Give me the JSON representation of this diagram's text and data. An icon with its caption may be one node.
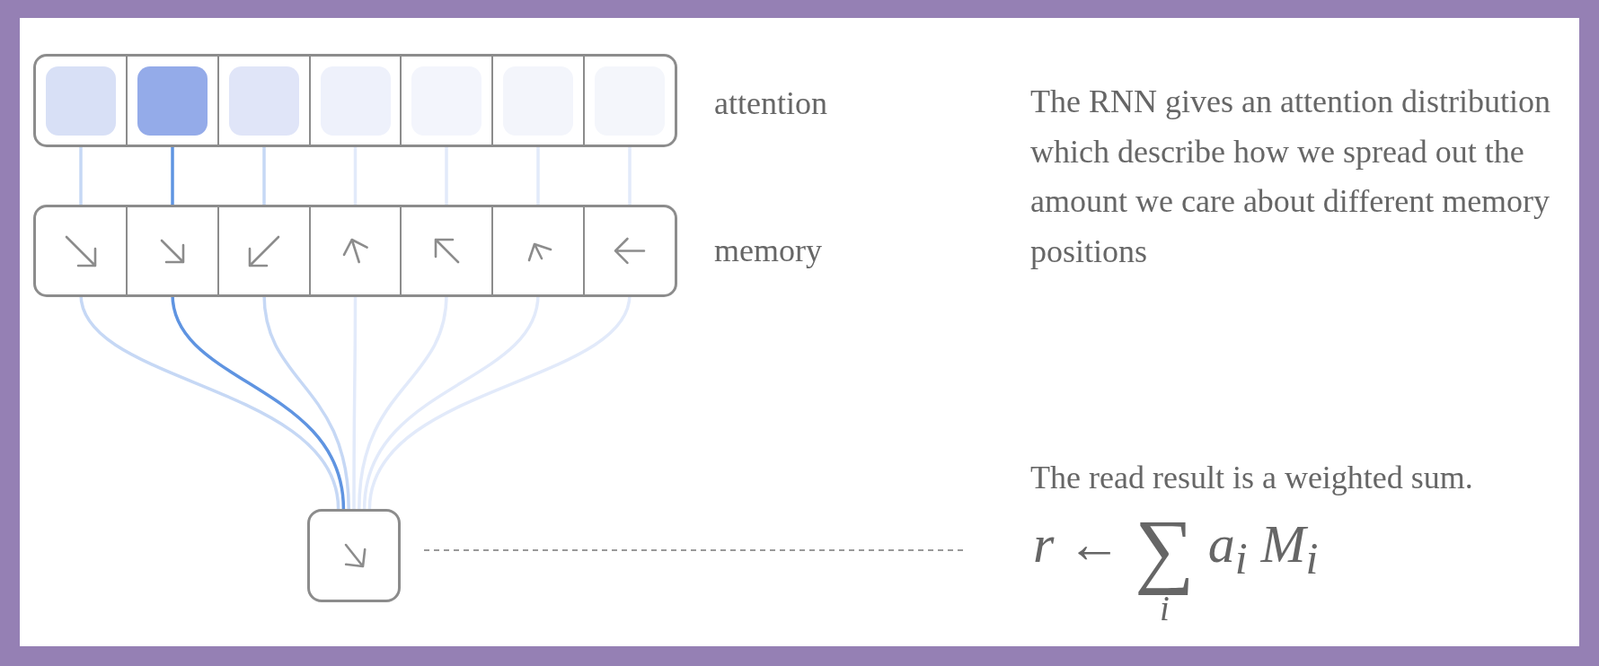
{
  "diagram": {
    "nodes": [
      {
        "text": [],
        "shape": "bar",
        "beside": [
          "attention"
        ]
      },
      {
        "text": [],
        "shape": "box",
        "in": 0
      },
      {
        "text": [],
        "shape": "box",
        "in": 0
      },
      {
        "text": [],
        "shape": "box",
        "in": 0
      },
      {
        "text": [],
        "shape": "box",
        "in": 0
      },
      {
        "text": [],
        "shape": "box",
        "in": 0
      },
      {
        "text": [],
        "shape": "box",
        "in": 0
      },
      {
        "text": [],
        "shape": "box",
        "in": 0
      },
      {
        "text": [],
        "shape": "bar",
        "beside": [
          "memory"
        ]
      },
      {
        "text": [],
        "shape": "box",
        "in": 8
      },
      {
        "text": [],
        "shape": "box",
        "in": 8
      },
      {
        "text": [],
        "shape": "box",
        "in": 8
      },
      {
        "text": [],
        "shape": "box",
        "in": 8
      },
      {
        "text": [],
        "shape": "box",
        "in": 8
      },
      {
        "text": [],
        "shape": "box",
        "in": 8
      },
      {
        "text": [],
        "shape": "box",
        "in": 8
      },
      {
        "text": [],
        "shape": "box"
      },
      {
        "text": [
          "r ← ∑$_{i}$ a$_{i}$ M$_{i}$"
        ]
      }
    ],
    "edges": [
      {
        "from": 1,
        "to": 9,
        "arrow": "none",
        "color": "#c6d8f5"
      },
      {
        "from": 2,
        "to": 10,
        "arrow": "none",
        "color": "#5f94e1"
      },
      {
        "from": 3,
        "to": 11,
        "arrow": "none",
        "color": "#c6d8f5"
      },
      {
        "from": 4,
        "to": 12,
        "arrow": "none"
      },
      {
        "from": 5,
        "to": 13,
        "arrow": "none"
      },
      {
        "from": 6,
        "to": 14,
        "arrow": "none"
      },
      {
        "from": 7,
        "to": 15,
        "arrow": "none"
      },
      {
        "from": 9,
        "to": 16,
        "arrow": "none",
        "color": "#c6d8f5"
      },
      {
        "from": 10,
        "to": 16,
        "arrow": "none",
        "color": "#5f94e1"
      },
      {
        "from": 11,
        "to": 16,
        "arrow": "none",
        "color": "#c6d8f5"
      },
      {
        "from": 12,
        "to": 16,
        "arrow": "none"
      },
      {
        "from": 13,
        "to": 16,
        "arrow": "none"
      },
      {
        "from": 14,
        "to": 16,
        "arrow": "none"
      },
      {
        "from": 15,
        "to": 16,
        "arrow": "none"
      },
      {
        "from": 16,
        "to": 17,
        "arrow": "none",
        "style": "dashed",
        "color": "#999999"
      }
    ],
    "labels": [
      "The RNN gives an attention distribution which describe how we spread out the amount we care about different memory positions",
      "The read result is a weighted sum."
    ]
  }
}
